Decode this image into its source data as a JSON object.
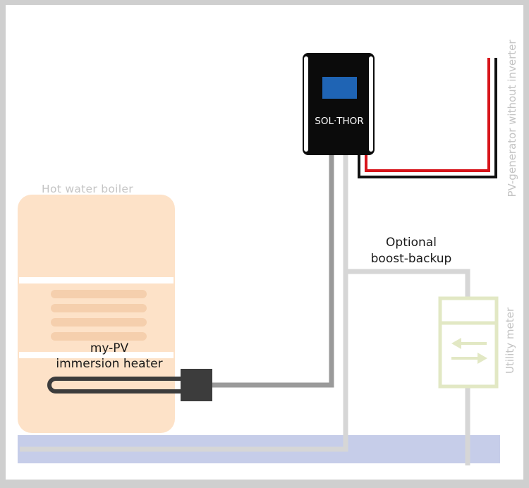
{
  "labels": {
    "boiler": "Hot water boiler",
    "controller": "SOL·THOR",
    "pv_generator": "PV-generator without inverter",
    "optional_line1": "Optional",
    "optional_line2": "boost-backup",
    "heater_line1": "my-PV",
    "heater_line2": "immersion heater",
    "meter": "Utility meter"
  },
  "colors": {
    "background": "#ffffff",
    "frame": "#cfcfcf",
    "boiler_fill": "#fde2c8",
    "boiler_coil": "#f5cfad",
    "floor_band": "#c6cde9",
    "cable_dark": "#9a9a9a",
    "cable_light": "#d6d6d6",
    "dc_positive": "#d7141a",
    "dc_negative": "#111111",
    "controller_body": "#0b0b0b",
    "controller_display": "#1f64b4",
    "meter_outline": "#e2e8c4",
    "heater": "#3c3c3c",
    "label_faded": "#c4c4c4",
    "label_dark": "#1a1a1a"
  },
  "icons": {
    "meter_arrows": "bidirectional-arrows-icon"
  }
}
